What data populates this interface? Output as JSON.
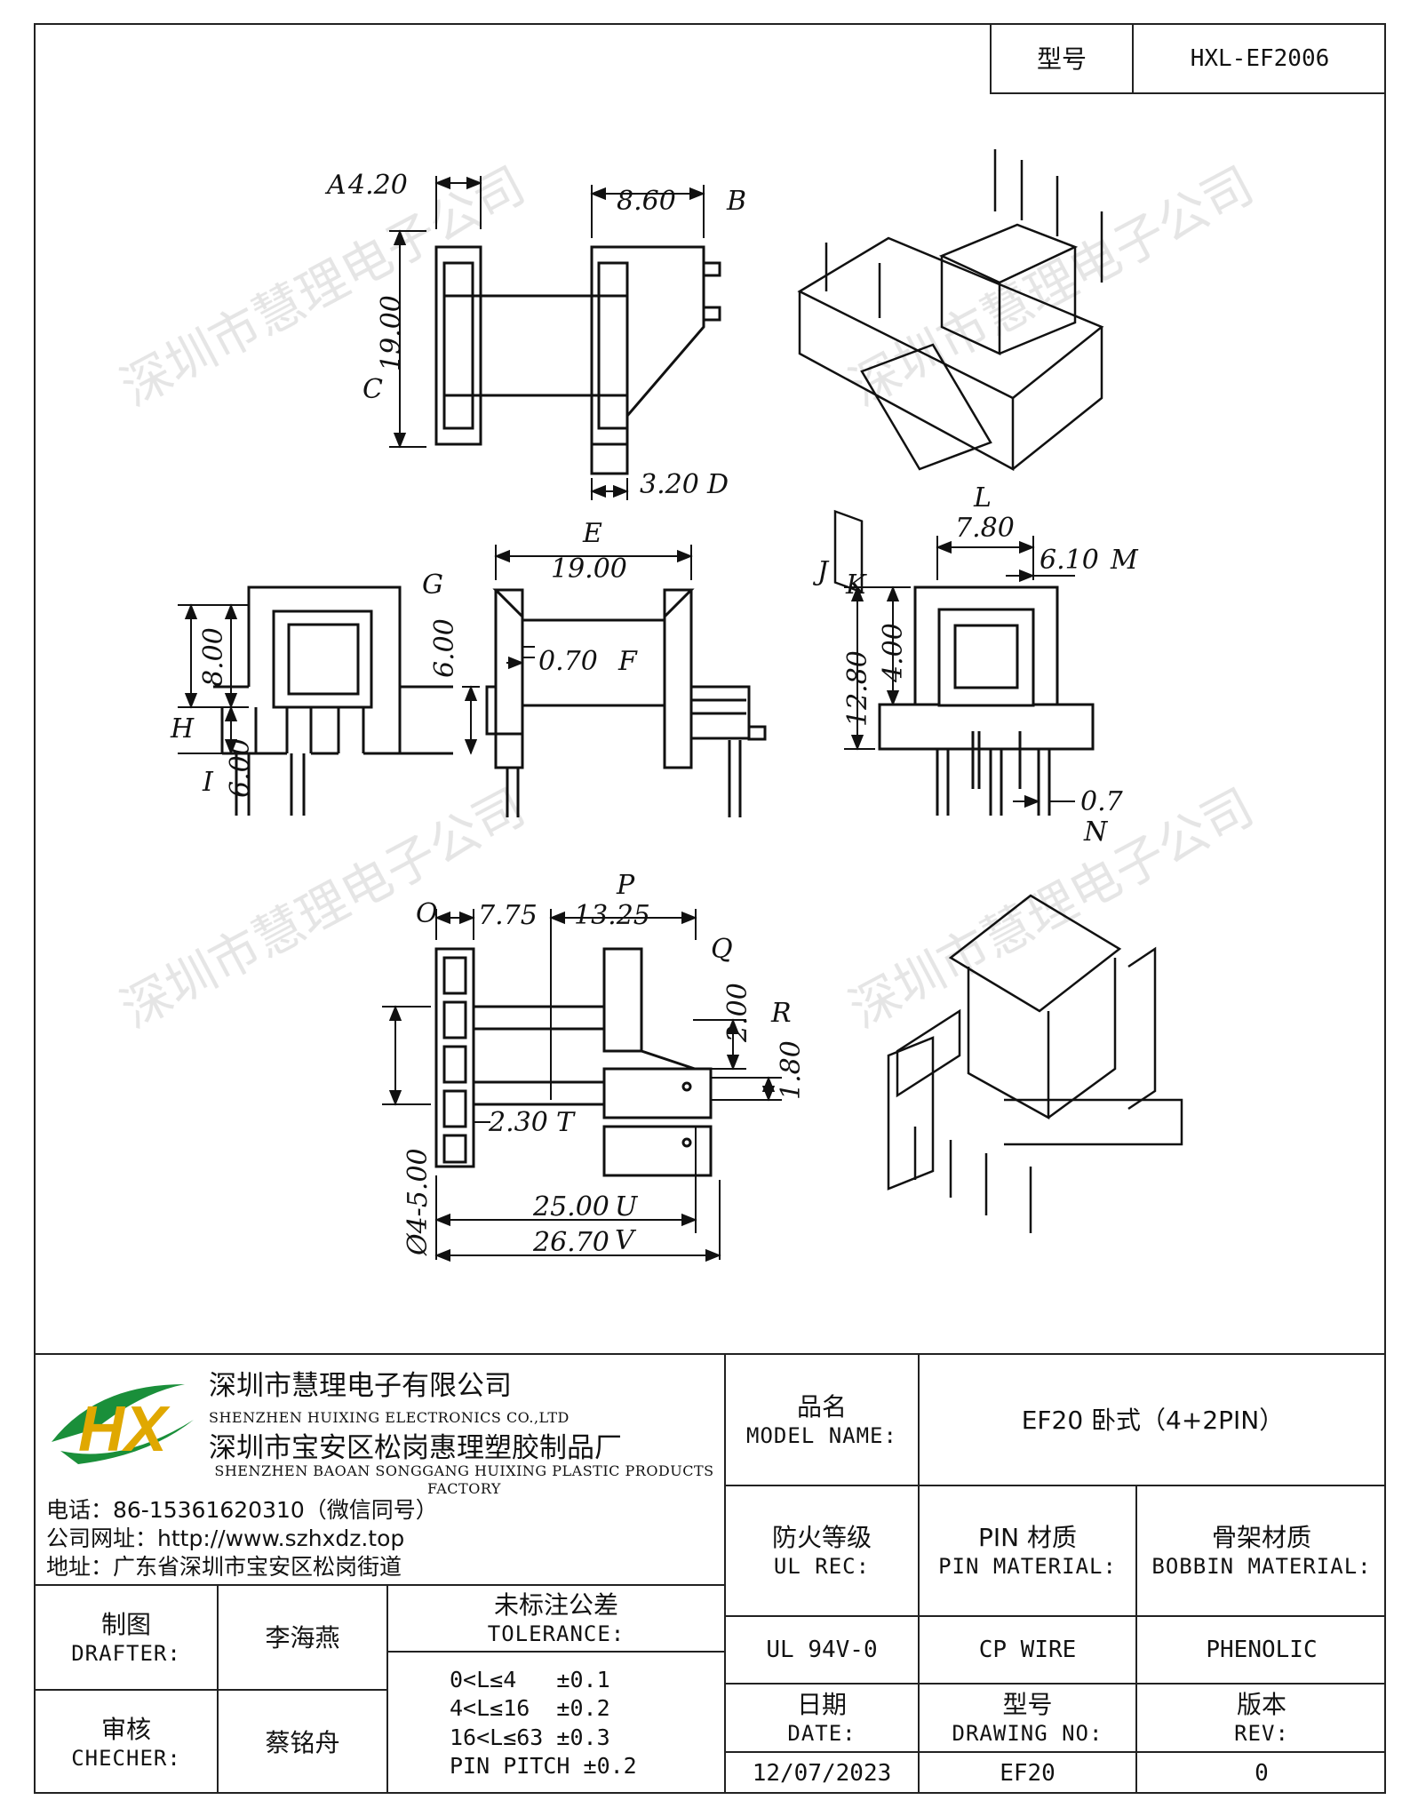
{
  "header": {
    "model_label": "型号",
    "model_value": "HXL-EF2006"
  },
  "watermark": "深圳市慧理电子公司",
  "dimensions": {
    "A": "4.20",
    "B": "8.60",
    "C": "19.00",
    "D": "3.20",
    "E": "19.00",
    "F": "0.70",
    "G": "6.00",
    "H": "8.00",
    "I": "6.00",
    "J": "12.80",
    "K": "4.00",
    "L": "7.80",
    "M": "6.10",
    "N": "0.7",
    "O": "7.75",
    "P": "13.25",
    "Q": "2.00",
    "R": "1.80",
    "S": "Ø4-5.00",
    "T": "2.30",
    "U": "25.00",
    "V": "26.70"
  },
  "labels": {
    "A": "A",
    "B": "B",
    "C": "C",
    "D": "D",
    "E": "E",
    "F": "F",
    "G": "G",
    "H": "H",
    "I": "I",
    "J": "J",
    "K": "K",
    "L": "L",
    "M": "M",
    "N": "N",
    "O": "O",
    "P": "P",
    "Q": "Q",
    "R": "R",
    "T": "T",
    "U": "U",
    "V": "V"
  },
  "company": {
    "logo_text": "HX",
    "name_zh": "深圳市慧理电子有限公司",
    "name_en": "SHENZHEN HUIXING ELECTRONICS CO.,LTD",
    "factory_zh": "深圳市宝安区松岗惠理塑胶制品厂",
    "factory_en": "SHENZHEN BAOAN SONGGANG HUIXING PLASTIC PRODUCTS FACTORY",
    "phone": "电话：86-15361620310（微信同号）",
    "website": "公司网址：http://www.szhxdz.top",
    "address": "地址：广东省深圳市宝安区松岗街道"
  },
  "title_block": {
    "product_name_zh": "品名",
    "product_name_en": "MODEL NAME:",
    "product_name_value": "EF20 卧式（4+2PIN）",
    "ul_zh": "防火等级",
    "ul_en": "UL REC:",
    "pin_zh": "PIN 材质",
    "pin_en": "PIN MATERIAL:",
    "bobbin_zh": "骨架材质",
    "bobbin_en": "BOBBIN MATERIAL:",
    "ul_value": "UL 94V-0",
    "pin_value": "CP WIRE",
    "bobbin_value": "PHENOLIC",
    "drafter_zh": "制图",
    "drafter_en": "DRAFTER:",
    "drafter_value": "李海燕",
    "checker_zh": "审核",
    "checker_en": "CHECHER:",
    "checker_value": "蔡铭舟",
    "tolerance_zh": "未标注公差",
    "tolerance_en": "TOLERANCE:",
    "tolerances": [
      "0<L≤4   ±0.1",
      "4<L≤16  ±0.2",
      "16<L≤63 ±0.3",
      "PIN PITCH ±0.2"
    ],
    "date_zh": "日期",
    "date_en": "DATE:",
    "drawing_zh": "型号",
    "drawing_en": "DRAWING NO:",
    "rev_zh": "版本",
    "rev_en": "REV:",
    "date_value": "12/07/2023",
    "drawing_value": "EF20",
    "rev_value": "0"
  }
}
